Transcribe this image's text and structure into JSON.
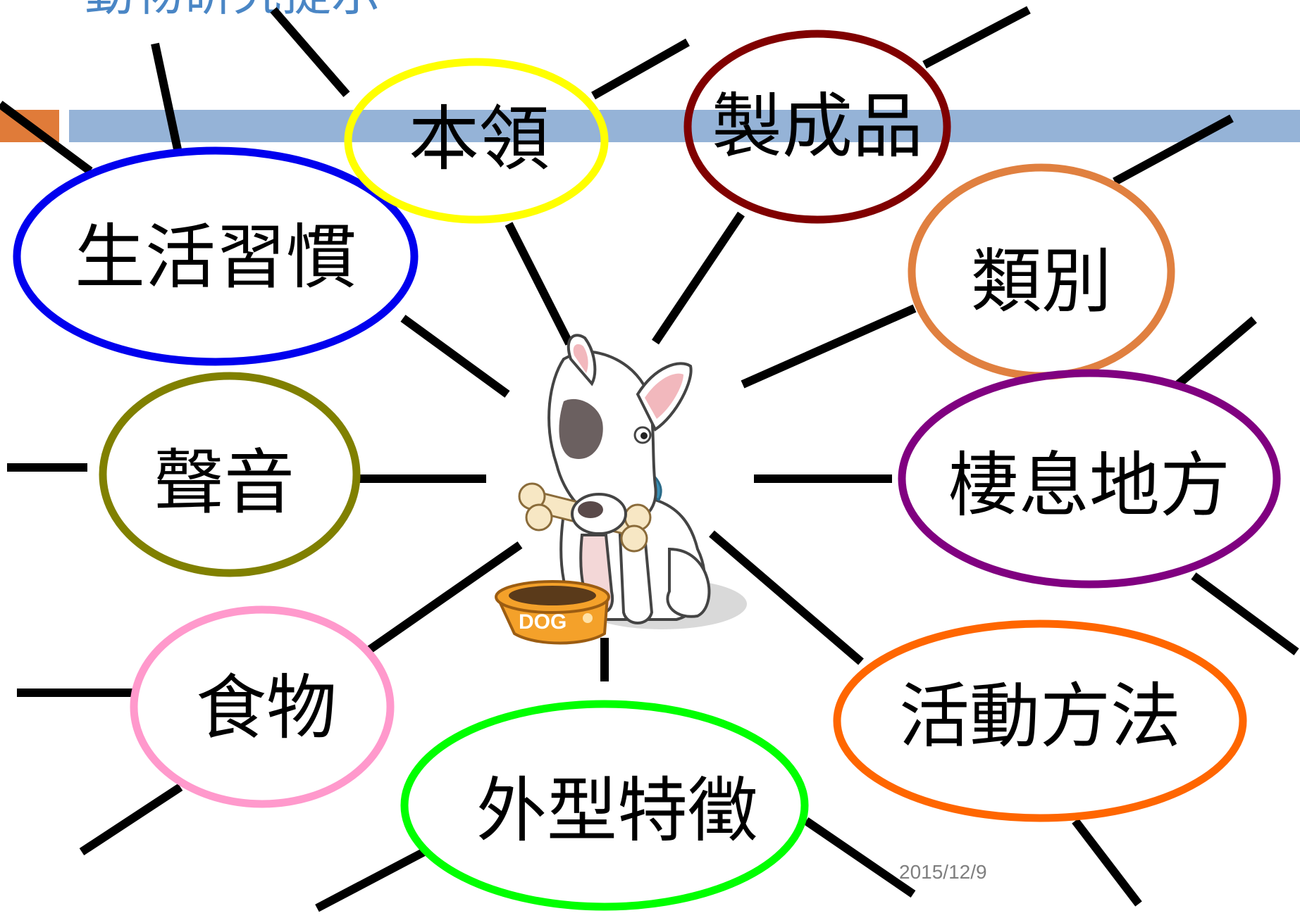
{
  "slide": {
    "title_fragment": "動物研究提示",
    "date": "2015/12/9"
  },
  "diagram": {
    "center_image": {
      "icon": "dog-with-bone-and-bowl-icon",
      "bowl_text": "DOG"
    },
    "nodes": [
      {
        "id": "node-habits",
        "label": "生活習慣",
        "color": "#0000ee"
      },
      {
        "id": "node-abilities",
        "label": "本領",
        "color": "#ffff00"
      },
      {
        "id": "node-products",
        "label": "製成品",
        "color": "#800000"
      },
      {
        "id": "node-category",
        "label": "類別",
        "color": "#e08040"
      },
      {
        "id": "node-sound",
        "label": "聲音",
        "color": "#808000"
      },
      {
        "id": "node-habitat",
        "label": "棲息地方",
        "color": "#800080"
      },
      {
        "id": "node-food",
        "label": "食物",
        "color": "#ff99cc"
      },
      {
        "id": "node-movement",
        "label": "活動方法",
        "color": "#ff6600"
      },
      {
        "id": "node-appearance",
        "label": "外型特徵",
        "color": "#00ff00"
      }
    ]
  },
  "colors": {
    "header_bar": "#95b3d7",
    "header_accent": "#e07b39",
    "connector": "#000000"
  }
}
